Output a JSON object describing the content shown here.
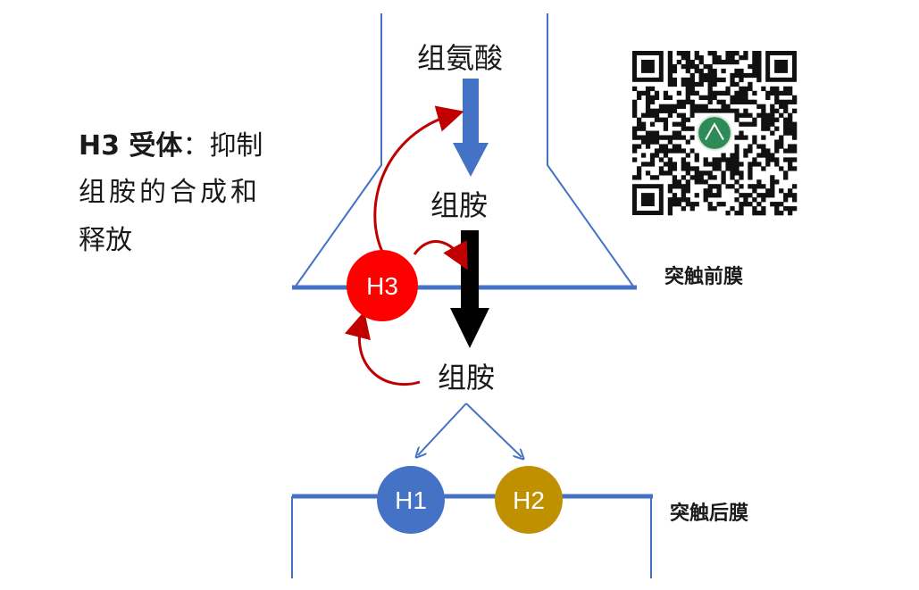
{
  "labels": {
    "histidine": "组氨酸",
    "histamine_top": "组胺",
    "histamine_bottom": "组胺",
    "presynaptic": "突触前膜",
    "postsynaptic": "突触后膜",
    "h3_title": "H3 受体",
    "h3_colon": "：",
    "h3_desc_1": "抑制",
    "h3_desc_2": "组胺的合成和",
    "h3_desc_3": "释放"
  },
  "receptors": {
    "h3": "H3",
    "h1": "H1",
    "h2": "H2"
  },
  "colors": {
    "membrane": "#4472C4",
    "arrow_blue": "#4472C4",
    "arrow_black": "#000000",
    "h3": "#FF0000",
    "h1": "#4472C4",
    "h2": "#BF9000",
    "feedback": "#C00000"
  },
  "icons": {
    "qr": "qr-code-icon"
  }
}
